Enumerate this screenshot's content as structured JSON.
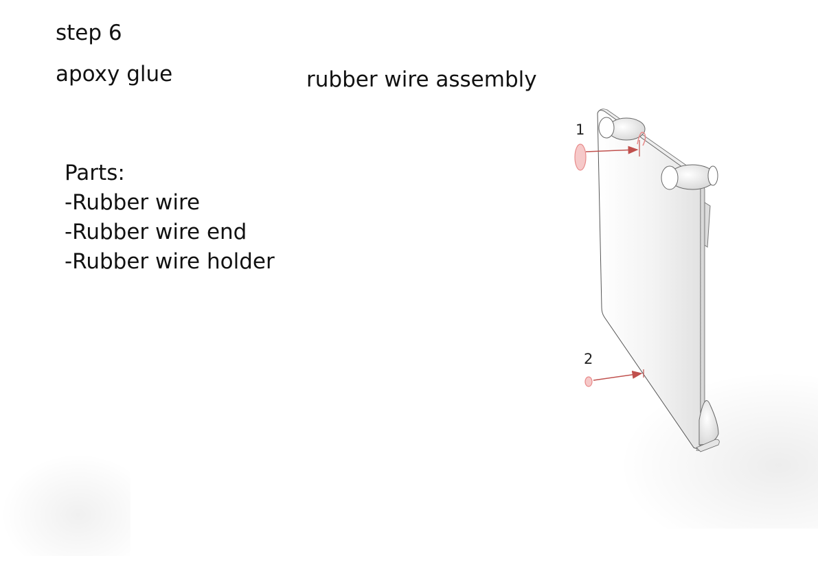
{
  "step": {
    "title": "step 6",
    "glue": "apoxy glue"
  },
  "assembly": {
    "title": "rubber wire assembly"
  },
  "parts": {
    "heading": "Parts:",
    "items": [
      "-Rubber wire",
      "-Rubber wire end",
      "-Rubber wire holder"
    ]
  },
  "callouts": {
    "one": "1",
    "two": "2"
  },
  "colors": {
    "part_highlight": "#e88a8a",
    "arrow": "#c0504d",
    "outline": "#555555"
  }
}
